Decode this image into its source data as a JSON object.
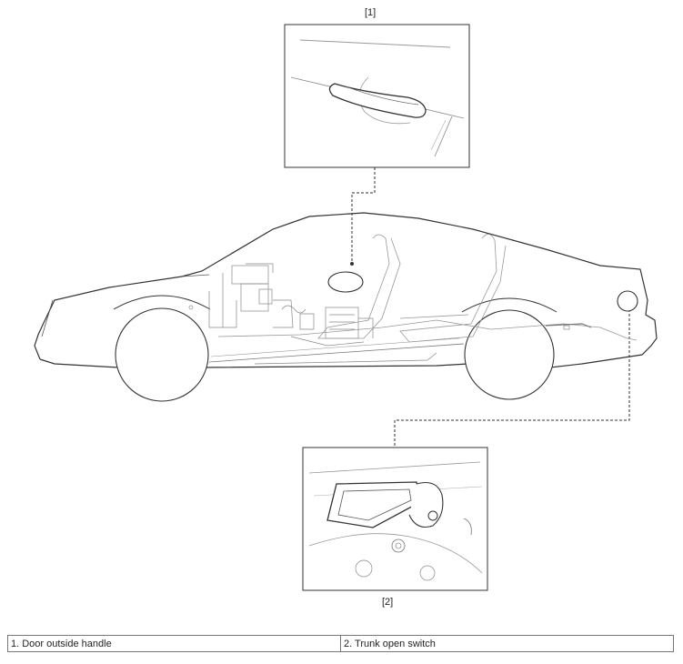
{
  "callouts": {
    "one": "[1]",
    "two": "[2]"
  },
  "legend": [
    "1. Door outside handle",
    "2. Trunk open switch"
  ],
  "colors": {
    "line": "#333333",
    "light_line": "#888888"
  }
}
